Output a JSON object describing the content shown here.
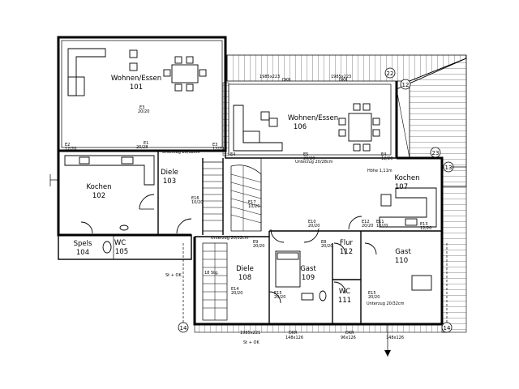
{
  "rooms": {
    "wohnen_101": {
      "name": "Wohnen/Essen",
      "number": "101"
    },
    "kochen_102": {
      "name": "Kochen",
      "number": "102"
    },
    "diele_103": {
      "name": "Diele",
      "number": "103"
    },
    "spels_104": {
      "name": "Spels",
      "number": "104"
    },
    "wc_105": {
      "name": "WC",
      "number": "105"
    },
    "wohnen_106": {
      "name": "Wohnen/Essen",
      "number": "106"
    },
    "kochen_107": {
      "name": "Kochen",
      "number": "107"
    },
    "diele_108": {
      "name": "Diele",
      "number": "108"
    },
    "gast_109": {
      "name": "Gast",
      "number": "109"
    },
    "wc_111": {
      "name": "WC",
      "number": "111"
    },
    "flur_112": {
      "name": "Flur",
      "number": "112"
    },
    "gast_110": {
      "name": "Gast",
      "number": "110"
    }
  },
  "axes": {
    "a12": "12",
    "a13": "13",
    "a14": "14",
    "a22": "22",
    "a23": "23"
  },
  "labels": {
    "unterzug_1": "Unterzug 20/32cm",
    "unterzug_2": "Unterzug 20/28cm",
    "unterzug_3": "Unterzug 20/32cm",
    "unterzug_4": "Unterzug 20/32cm",
    "hoehe": "Höhe 1,11m",
    "dkr": "DKR",
    "e1": "E1",
    "e2": "E2",
    "e3": "E3",
    "e4": "E4",
    "e5": "E5",
    "e8": "E8",
    "e9": "E9",
    "e10": "E10",
    "e11": "E11",
    "e12": "E12",
    "e13": "E13",
    "e14": "E14",
    "e15": "E15",
    "e16": "E16",
    "e17": "E17",
    "dim_2020": "20/20",
    "dim_1220": "12/20",
    "dim_1020": "10/20",
    "dim_2028": "20/28",
    "st_ok": "St + OK",
    "sth": "18 Stg.",
    "fenster_1": "1985x223",
    "fenster_2": "1985x223",
    "fenster_3": "1985x221",
    "fenster_4": "148x126",
    "fenster_5": "96x126",
    "fenster_6": "148x126"
  }
}
